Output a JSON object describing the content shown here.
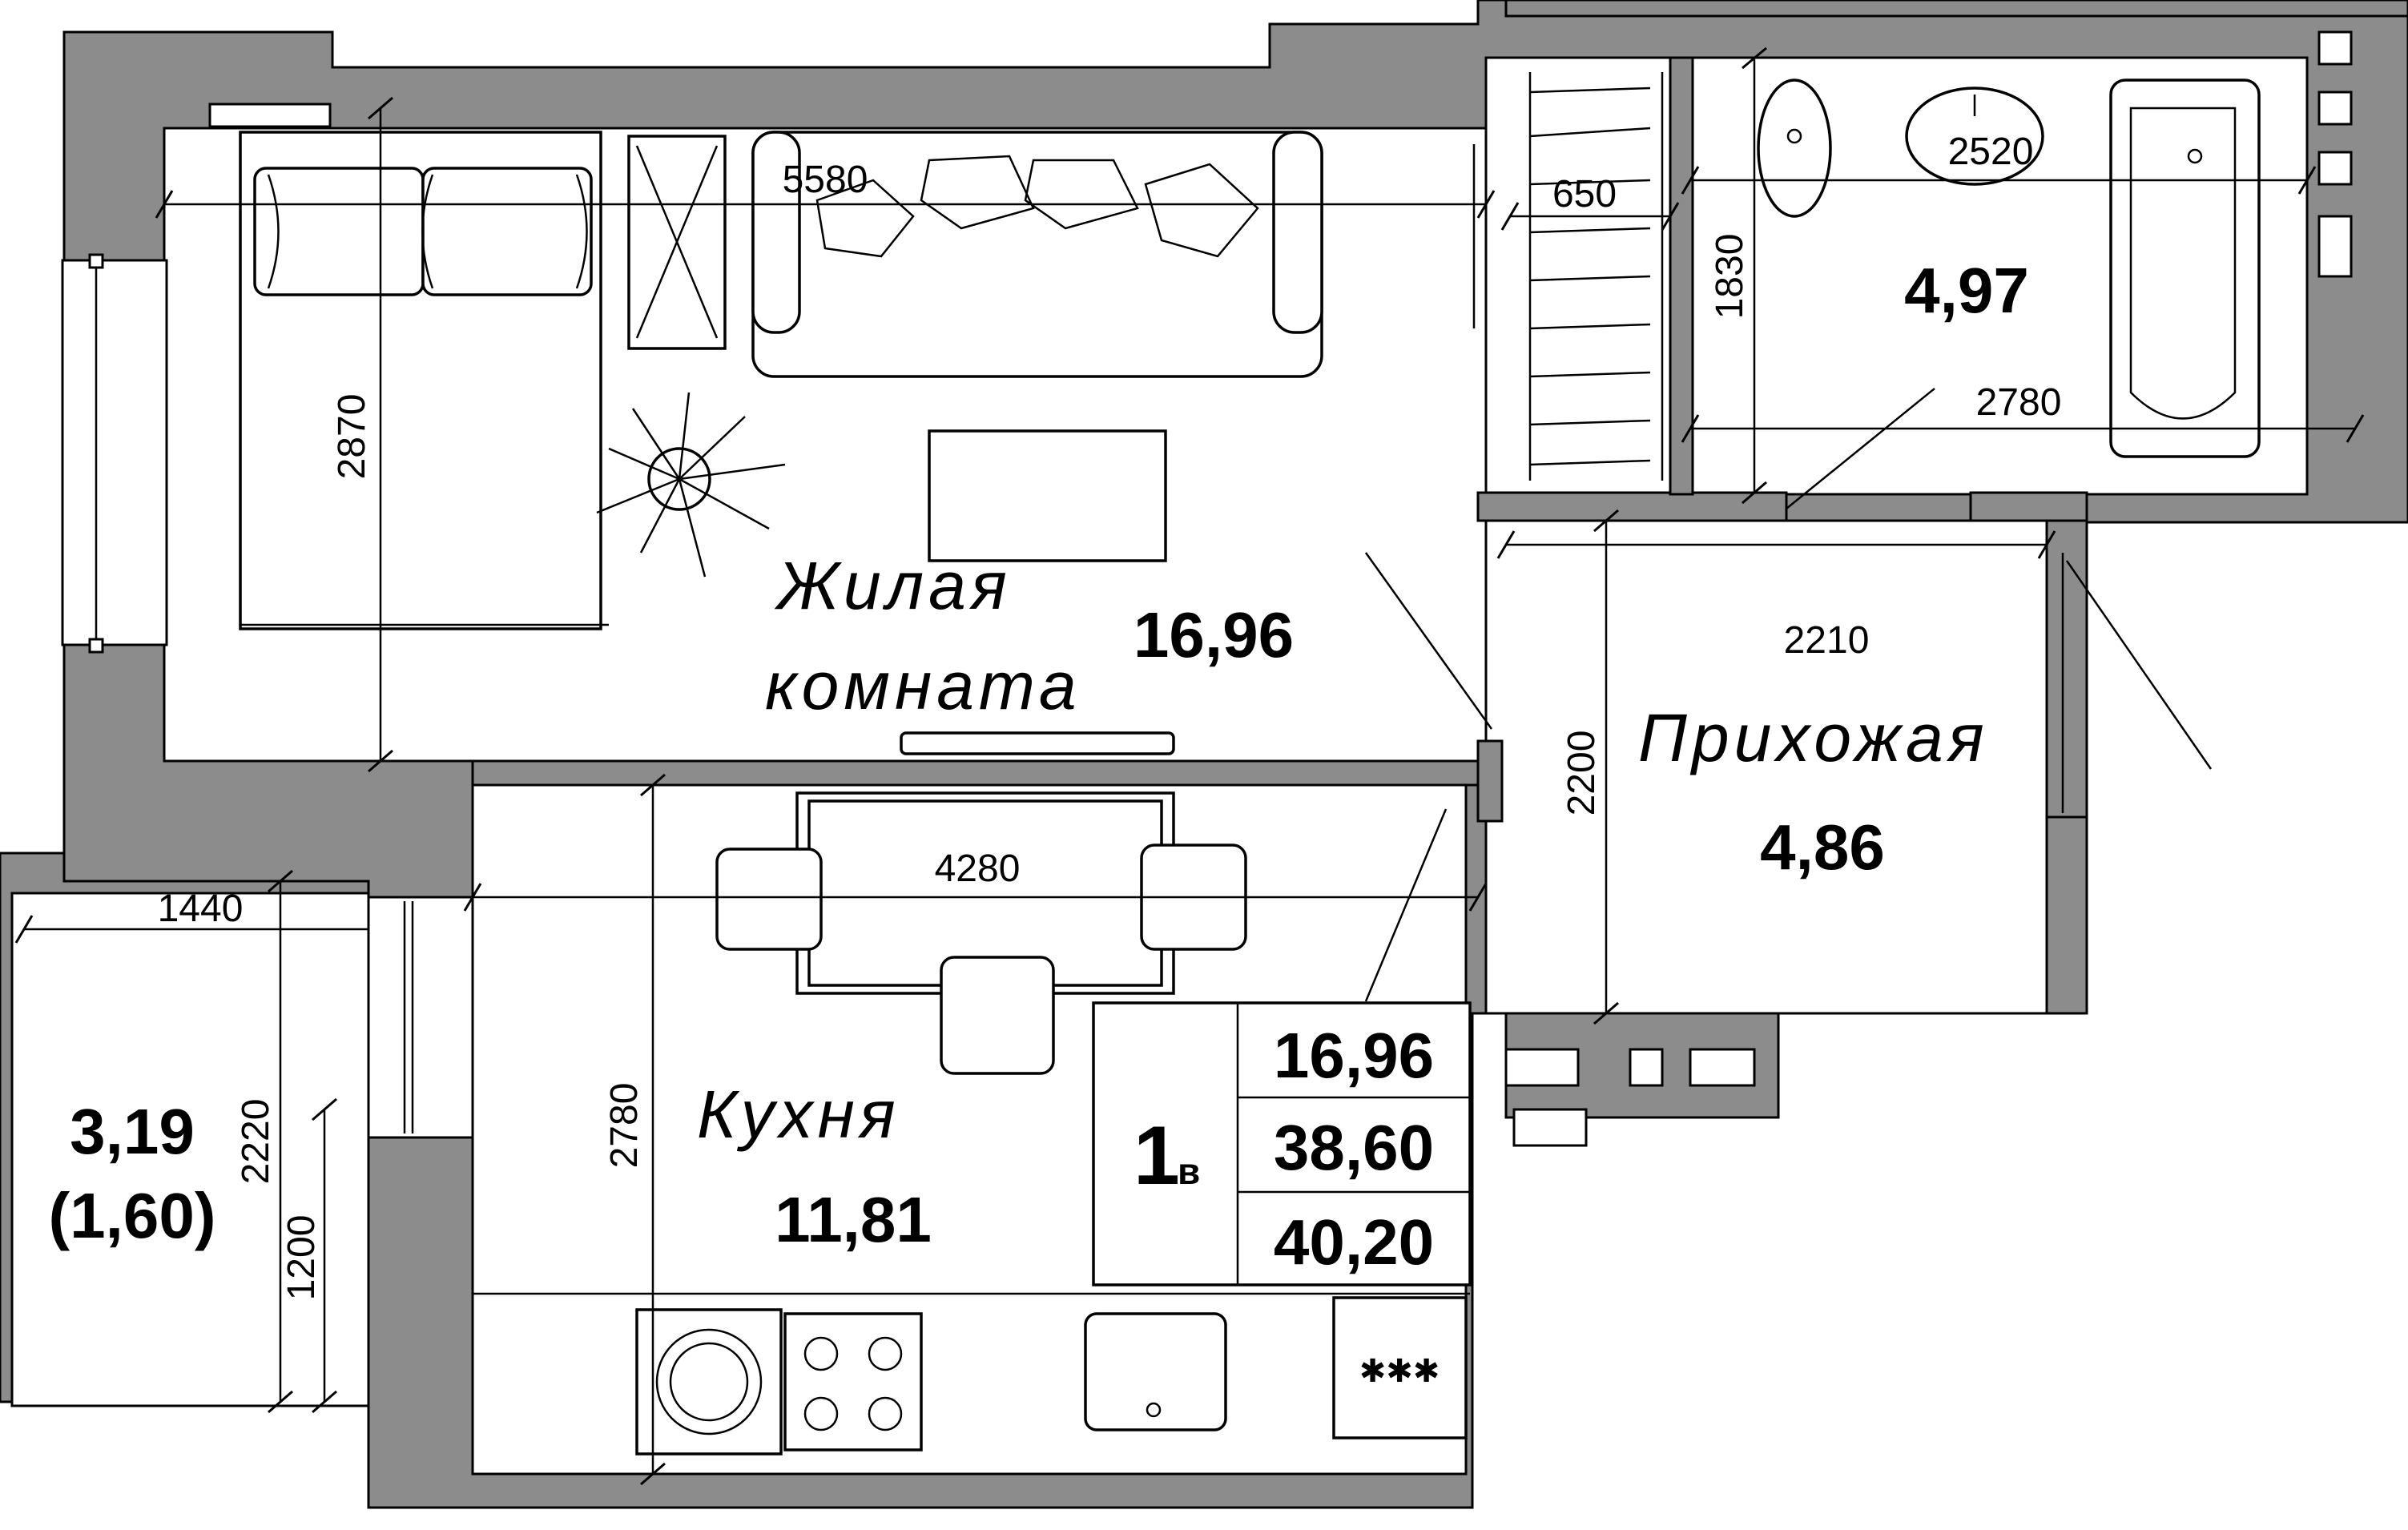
{
  "rooms": {
    "living": {
      "name_line1": "Жилая",
      "name_line2": "комната",
      "area": "16,96"
    },
    "bathroom": {
      "area": "4,97"
    },
    "hallway": {
      "name": "Прихожая",
      "area": "4,86"
    },
    "kitchen": {
      "name": "Кухня",
      "area": "11,81"
    },
    "balcony": {
      "area": "3,19",
      "area_reduced": "(1,60)"
    }
  },
  "summary": {
    "unit_type": "1",
    "unit_suffix": "в",
    "living_area": "16,96",
    "total_area": "38,60",
    "total_area_with_balcony": "40,20"
  },
  "dimensions": {
    "living_width": "5580",
    "living_depth": "2870",
    "closet_width": "650",
    "bath_width": "2520",
    "bath_depth": "1830",
    "bath_lower_width": "2780",
    "hall_width": "2210",
    "hall_depth": "2200",
    "kitchen_width": "4280",
    "kitchen_depth": "2780",
    "balcony_width": "1440",
    "balcony_depth": "2220",
    "balcony_inner": "1200"
  }
}
